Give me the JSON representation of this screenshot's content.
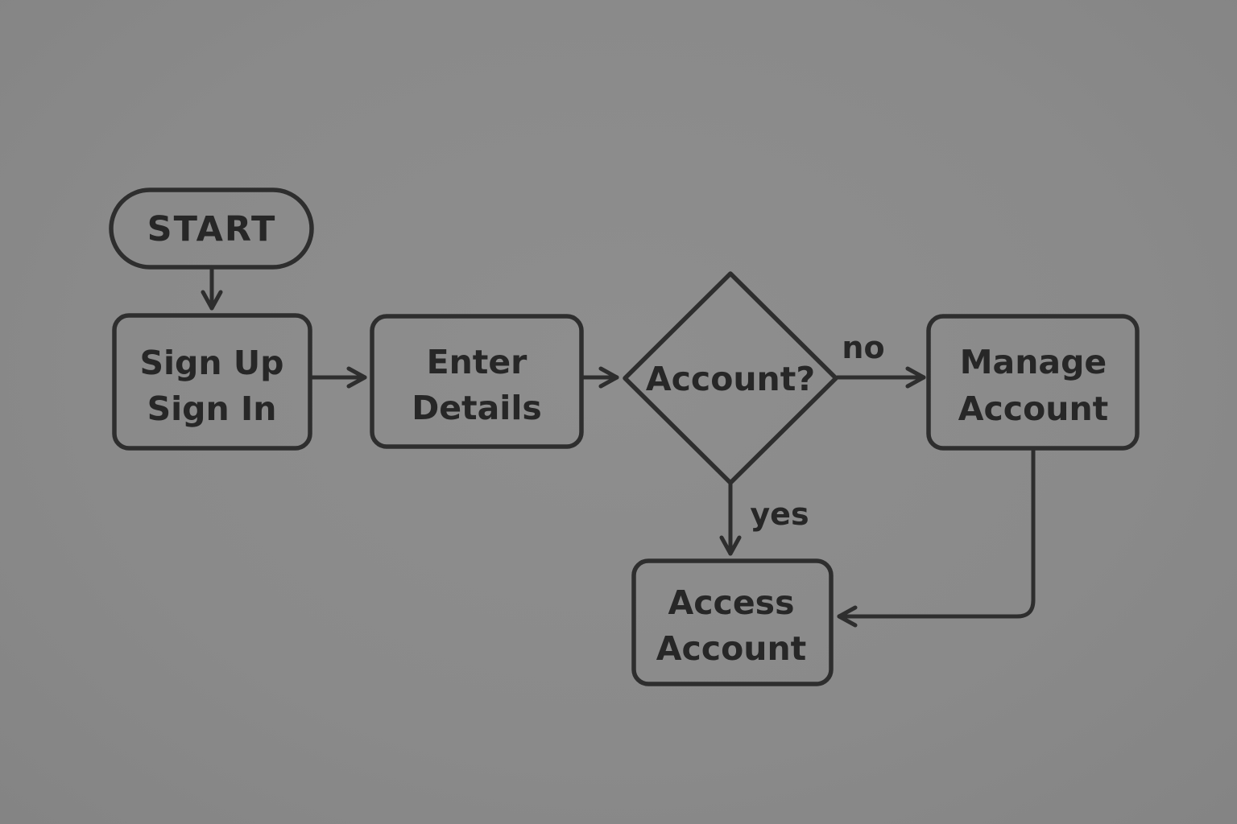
{
  "diagram": {
    "title": "account-flowchart",
    "background_color": "#8b8b8b",
    "stroke_color": "#2e2e2e",
    "text_color": "#272727",
    "nodes": {
      "start": {
        "shape": "pill",
        "label": "START"
      },
      "signup": {
        "shape": "rect",
        "line1": "Sign Up",
        "line2": "Sign In"
      },
      "enter_details": {
        "shape": "rect",
        "line1": "Enter",
        "line2": "Details"
      },
      "account_decision": {
        "shape": "diamond",
        "label": "Account?"
      },
      "manage_account": {
        "shape": "rect",
        "line1": "Manage",
        "line2": "Account"
      },
      "access_account": {
        "shape": "rect",
        "line1": "Access",
        "line2": "Account"
      }
    },
    "edges": {
      "start_to_signup": {
        "from": "start",
        "to": "signup",
        "label": ""
      },
      "signup_to_enter": {
        "from": "signup",
        "to": "enter_details",
        "label": ""
      },
      "enter_to_decision": {
        "from": "enter_details",
        "to": "account_decision",
        "label": ""
      },
      "decision_no_to_manage": {
        "from": "account_decision",
        "to": "manage_account",
        "label": "no"
      },
      "decision_yes_to_access": {
        "from": "account_decision",
        "to": "access_account",
        "label": "yes"
      },
      "manage_to_access": {
        "from": "manage_account",
        "to": "access_account",
        "label": ""
      }
    }
  }
}
